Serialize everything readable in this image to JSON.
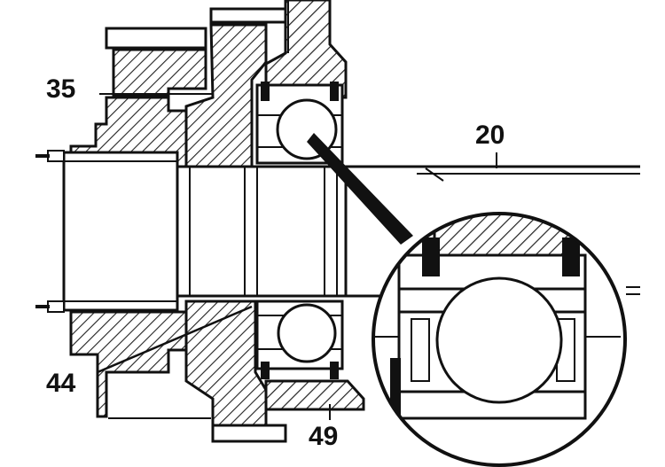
{
  "callouts": {
    "c35": "35",
    "c20": "20",
    "c44": "44",
    "c49": "49"
  },
  "colors": {
    "ink": "#111111",
    "paper": "#ffffff",
    "hatch": "#222222"
  }
}
